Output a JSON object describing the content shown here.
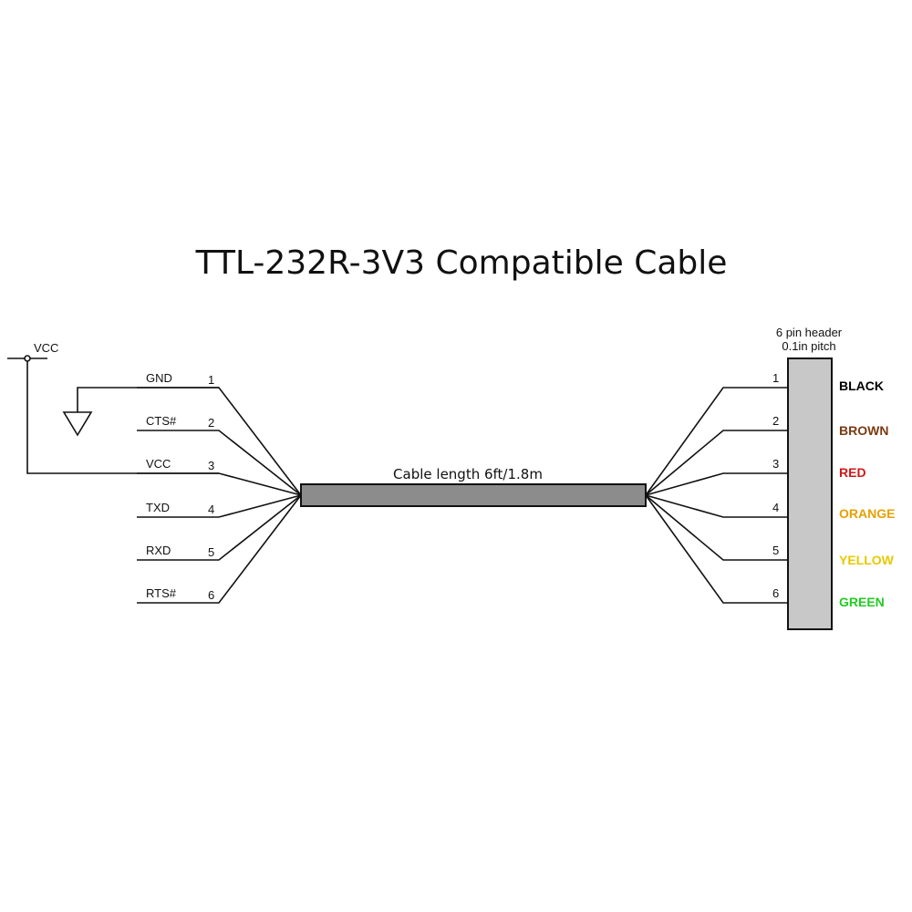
{
  "title": "TTL-232R-3V3 Compatible Cable",
  "vcc_label": "VCC",
  "cable_label": "Cable length 6ft/1.8m",
  "header_label_line1": "6 pin header",
  "header_label_line2": "0.1in pitch",
  "pins": [
    {
      "num": "1",
      "signal": "GND",
      "color_name": "BLACK",
      "color_hex": "#000000"
    },
    {
      "num": "2",
      "signal": "CTS#",
      "color_name": "BROWN",
      "color_hex": "#7a3b12"
    },
    {
      "num": "3",
      "signal": "VCC",
      "color_name": "RED",
      "color_hex": "#d01818"
    },
    {
      "num": "4",
      "signal": "TXD",
      "color_name": "ORANGE",
      "color_hex": "#e8a000"
    },
    {
      "num": "5",
      "signal": "RXD",
      "color_name": "YELLOW",
      "color_hex": "#e8c800"
    },
    {
      "num": "6",
      "signal": "RTS#",
      "color_name": "GREEN",
      "color_hex": "#22cc22"
    }
  ],
  "colors": {
    "cable_fill": "#8c8c8c",
    "header_fill": "#c8c8c8",
    "line": "#111111"
  }
}
